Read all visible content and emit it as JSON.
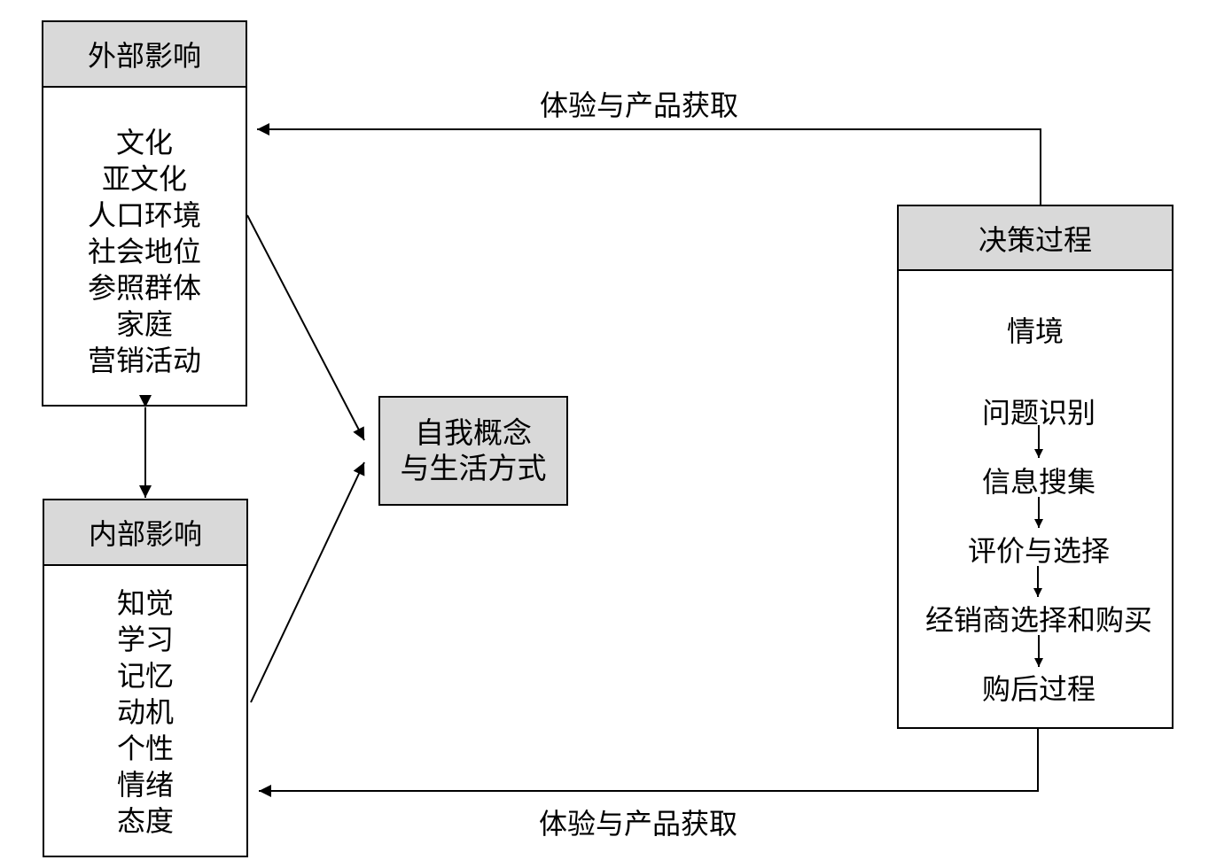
{
  "external": {
    "title": "外部影响",
    "items": [
      "文化",
      "亚文化",
      "人口环境",
      "社会地位",
      "参照群体",
      "家庭",
      "营销活动"
    ]
  },
  "internal": {
    "title": "内部影响",
    "items": [
      "知觉",
      "学习",
      "记忆",
      "动机",
      "个性",
      "情绪",
      "态度"
    ]
  },
  "self_concept": {
    "line1": "自我概念",
    "line2": "与生活方式"
  },
  "decision": {
    "title": "决策过程",
    "situation": "情境",
    "steps": [
      "问题识别",
      "信息搜集",
      "评价与选择",
      "经销商选择和购买",
      "购后过程"
    ]
  },
  "feedback": {
    "top_label": "体验与产品获取",
    "bottom_label": "体验与产品获取"
  },
  "colors": {
    "header_fill": "#d9d9d9",
    "line": "#000000"
  }
}
